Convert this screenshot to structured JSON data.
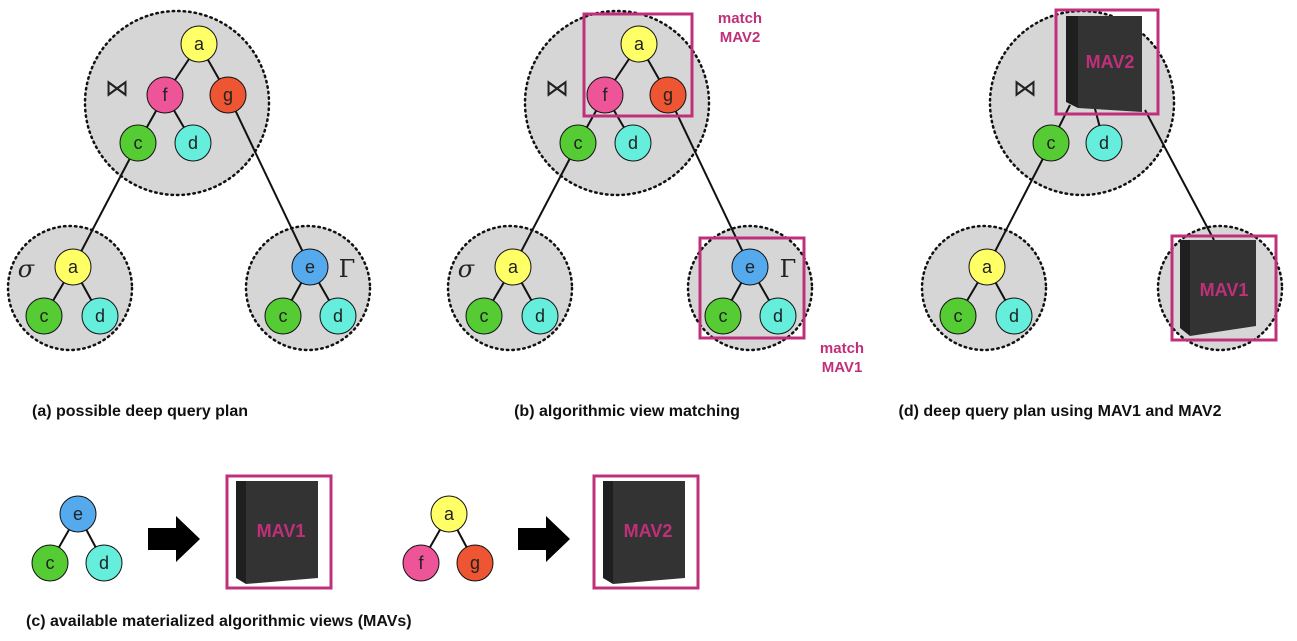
{
  "colors": {
    "a": "#ffff66",
    "c": "#55cc33",
    "d": "#66eedd",
    "e": "#55aaee",
    "f": "#ee5599",
    "g": "#ee5533",
    "group_fill": "#d6d6d6",
    "mav_box": "#c0307a",
    "mav_block": "#333333"
  },
  "nodes": {
    "a": "a",
    "c": "c",
    "d": "d",
    "e": "e",
    "f": "f",
    "g": "g"
  },
  "operators": {
    "join": "⋈",
    "select": "σ",
    "aggregate": "Γ"
  },
  "mavs": {
    "mav1": "MAV1",
    "mav2": "MAV2"
  },
  "matches": {
    "mav2_line1": "match",
    "mav2_line2": "MAV2",
    "mav1_line1": "match",
    "mav1_line2": "MAV1"
  },
  "captions": {
    "a": "(a) possible deep query plan",
    "b": "(b) algorithmic view matching",
    "c": "(c) available materialized algorithmic views (MAVs)",
    "d": "(d) deep query plan using MAV1 and MAV2"
  }
}
